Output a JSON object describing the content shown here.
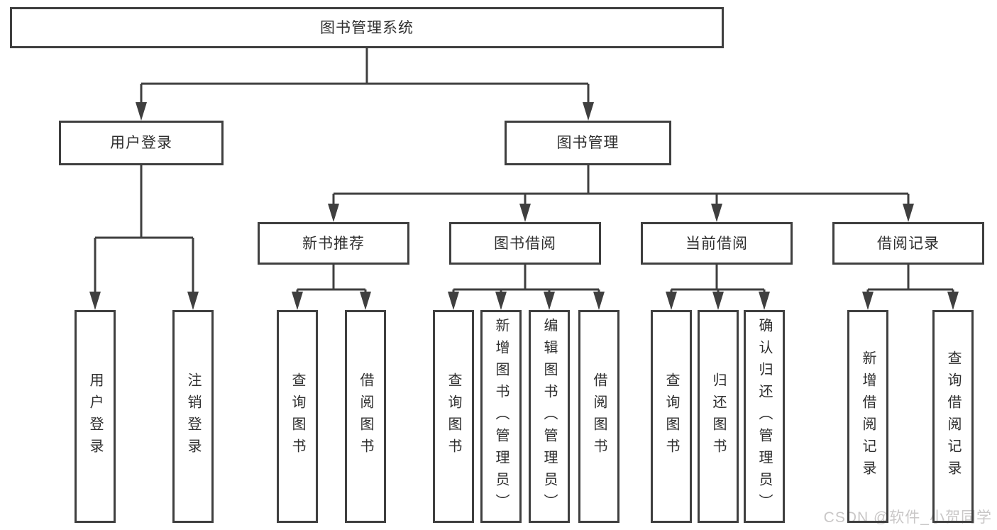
{
  "diagram": {
    "root": {
      "label": "图书管理系统"
    },
    "level2": [
      {
        "label": "用户登录"
      },
      {
        "label": "图书管理"
      }
    ],
    "level3": [
      {
        "label": "新书推荐"
      },
      {
        "label": "图书借阅"
      },
      {
        "label": "当前借阅"
      },
      {
        "label": "借阅记录"
      }
    ],
    "leaves": {
      "user_login": [
        "用户登录",
        "注销登录"
      ],
      "new_book": [
        "查询图书",
        "借阅图书"
      ],
      "book_borrow": [
        "查询图书",
        "新增图书（管理员）",
        "编辑图书（管理员）",
        "借阅图书"
      ],
      "current_borrow": [
        "查询图书",
        "归还图书",
        "确认归还（管理员）"
      ],
      "borrow_records": [
        "新增借阅记录",
        "查询借阅记录"
      ]
    }
  },
  "watermark": {
    "text": "CSDN @软件_小贺同学"
  },
  "colors": {
    "line": "#3f3f3f",
    "text": "#2f2f2f",
    "watermark": "#c9c7c7",
    "background": "#ffffff"
  }
}
